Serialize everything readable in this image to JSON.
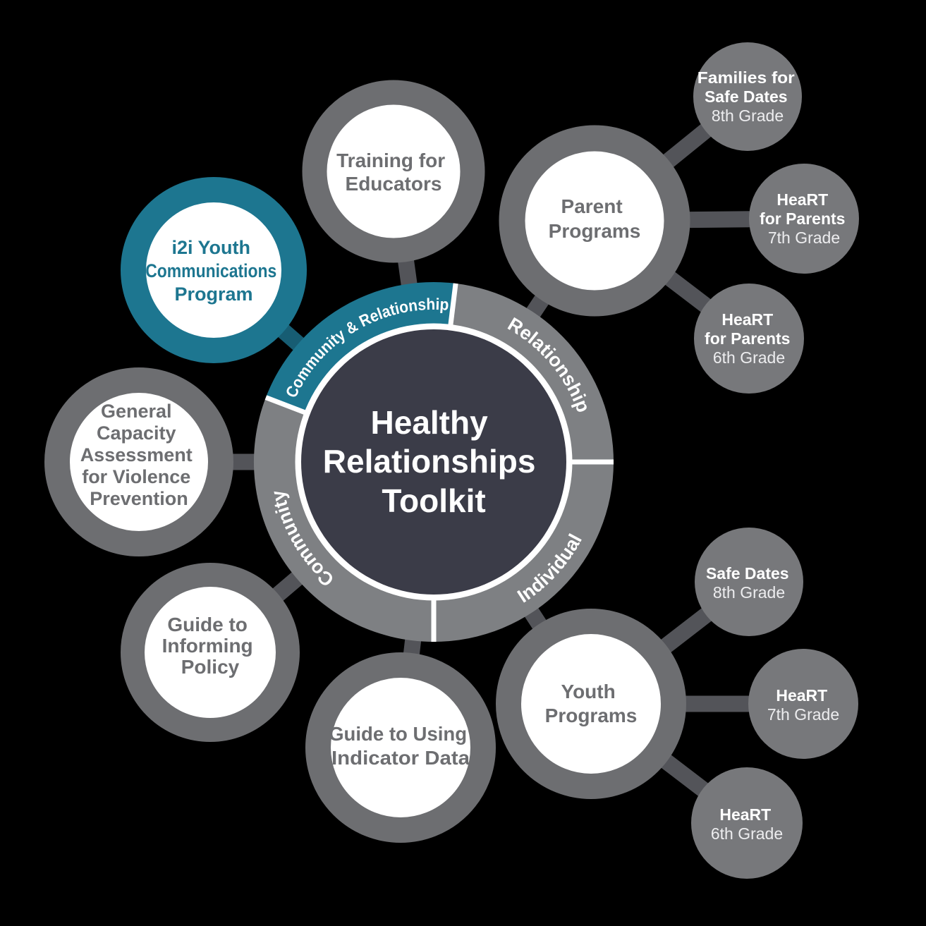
{
  "colors": {
    "background": "#000000",
    "teal": "#1D7690",
    "teal_dark": "#175D73",
    "ring_gray": "#7E8083",
    "hub_dark": "#3B3C48",
    "border_gray": "#6D6E71",
    "text_gray": "#6D6E71",
    "node_gray": "#77787B",
    "connector_gray": "#535459",
    "white": "#FFFFFF"
  },
  "hub": {
    "title_lines": [
      "Healthy",
      "Relationships",
      "Toolkit"
    ]
  },
  "ring_labels": {
    "community_relationship": "Community & Relationship",
    "relationship": "Relationship",
    "individual": "Individual",
    "community": "Community"
  },
  "resource_nodes": {
    "training": {
      "lines": [
        "Training for",
        "Educators"
      ]
    },
    "i2i": {
      "lines": [
        "i2i Youth",
        "Communications",
        "Program"
      ]
    },
    "general_capacity": {
      "lines": [
        "General",
        "Capacity",
        "Assessment",
        "for Violence",
        "Prevention"
      ]
    },
    "informing_policy": {
      "lines": [
        "Guide to",
        "Informing",
        "Policy"
      ]
    },
    "indicator_data": {
      "lines": [
        "Guide to Using",
        "Indicator Data"
      ]
    },
    "parent_programs": {
      "lines": [
        "Parent",
        "Programs"
      ]
    },
    "youth_programs": {
      "lines": [
        "Youth",
        "Programs"
      ]
    }
  },
  "program_nodes": {
    "families_safe_dates": {
      "line1": "Families for",
      "line2": "Safe Dates",
      "grade": "8th Grade"
    },
    "heart_parents_7": {
      "line1": "HeaRT",
      "line2": "for Parents",
      "grade": "7th Grade"
    },
    "heart_parents_6": {
      "line1": "HeaRT",
      "line2": "for Parents",
      "grade": "6th Grade"
    },
    "safe_dates_8": {
      "line1": "Safe Dates",
      "grade": "8th Grade"
    },
    "heart_7": {
      "line1": "HeaRT",
      "grade": "7th Grade"
    },
    "heart_6": {
      "line1": "HeaRT",
      "grade": "6th Grade"
    }
  }
}
